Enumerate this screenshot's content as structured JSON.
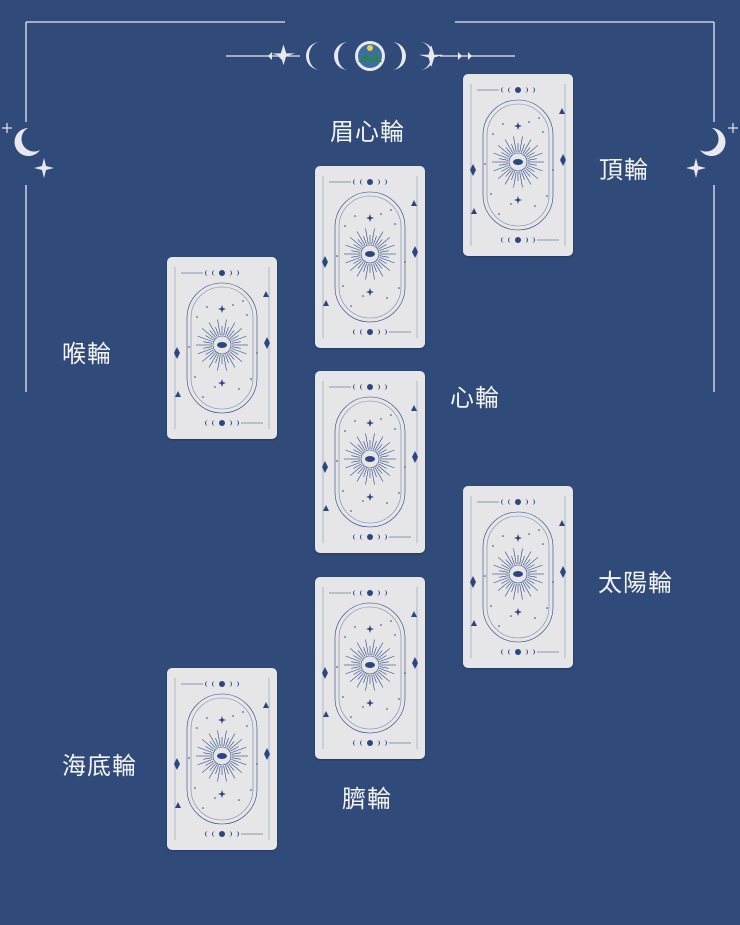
{
  "colors": {
    "background": "#304b7a",
    "card": "#e6e6e8",
    "ink": "#2c4680",
    "text": "#f3f3f3"
  },
  "decor": {
    "top_ornament": "moon-phases-ornament",
    "side_ornament": "crescent-star-ornament"
  },
  "chakras": {
    "crown": "頂輪",
    "third_eye": "眉心輪",
    "throat": "喉輪",
    "heart": "心輪",
    "solar_plexus": "太陽輪",
    "sacral": "臍輪",
    "root": "海底輪"
  }
}
